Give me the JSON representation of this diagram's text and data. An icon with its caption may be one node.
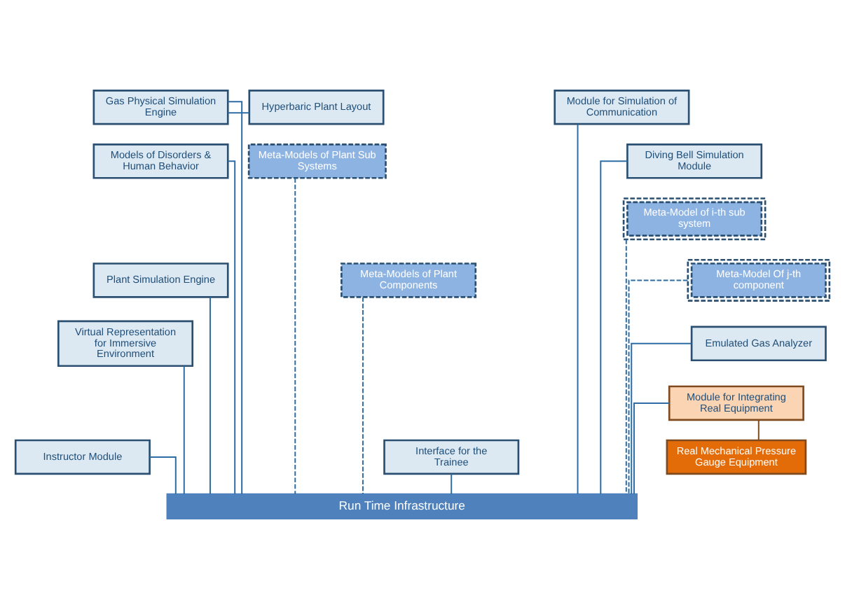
{
  "diagram": {
    "nodes": [
      {
        "text": [
          "Gas Physical Simulation Engine"
        ]
      },
      {
        "text": [
          "Hyperbaric Plant Layout"
        ]
      },
      {
        "text": [
          "Module for Simulation of Communication"
        ]
      },
      {
        "text": [
          "Models of Disorders & Human Behavior"
        ]
      },
      {
        "text": [
          "Meta-Models of Plant Sub Systems"
        ]
      },
      {
        "text": [
          "Diving Bell Simulation Module"
        ]
      },
      {
        "text": [
          "Meta-Model of i-th sub system"
        ]
      },
      {
        "text": [
          "Plant Simulation Engine"
        ]
      },
      {
        "text": [
          "Meta-Models of Plant Components"
        ]
      },
      {
        "text": [
          "Meta-Model Of j-th component"
        ]
      },
      {
        "text": [
          "Virtual Representation for Immersive Environment"
        ]
      },
      {
        "text": [
          "Emulated Gas Analyzer"
        ]
      },
      {
        "text": [
          "Module for Integrating Real Equipment"
        ]
      },
      {
        "text": [
          "Instructor Module"
        ]
      },
      {
        "text": [
          "Interface for the Trainee"
        ]
      },
      {
        "text": [
          "Real Mechanical Pressure Gauge Equipment"
        ]
      },
      {
        "text": [
          "Run Time Infrastructure"
        ]
      }
    ],
    "edges": [
      {
        "from": 0,
        "to": 1,
        "arrow": "none"
      },
      {
        "from": 0,
        "to": 16,
        "arrow": "none"
      },
      {
        "from": 3,
        "to": 16,
        "arrow": "none"
      },
      {
        "from": 7,
        "to": 16,
        "arrow": "none"
      },
      {
        "from": 10,
        "to": 16,
        "arrow": "none"
      },
      {
        "from": 13,
        "to": 16,
        "arrow": "none"
      },
      {
        "from": 14,
        "to": 16,
        "arrow": "none"
      },
      {
        "from": 4,
        "to": 16,
        "arrow": "none",
        "style": "dashed"
      },
      {
        "from": 8,
        "to": 16,
        "arrow": "none",
        "style": "dashed"
      },
      {
        "from": 6,
        "to": 16,
        "arrow": "none",
        "style": "dashed"
      },
      {
        "from": 9,
        "to": 16,
        "arrow": "none",
        "style": "dashed"
      },
      {
        "from": 2,
        "to": 16,
        "arrow": "none"
      },
      {
        "from": 5,
        "to": 16,
        "arrow": "none"
      },
      {
        "from": 11,
        "to": 16,
        "arrow": "none"
      },
      {
        "from": 12,
        "to": 16,
        "arrow": "none"
      },
      {
        "from": 12,
        "to": 15,
        "arrow": "none",
        "color": "#7f4a1e"
      }
    ]
  }
}
